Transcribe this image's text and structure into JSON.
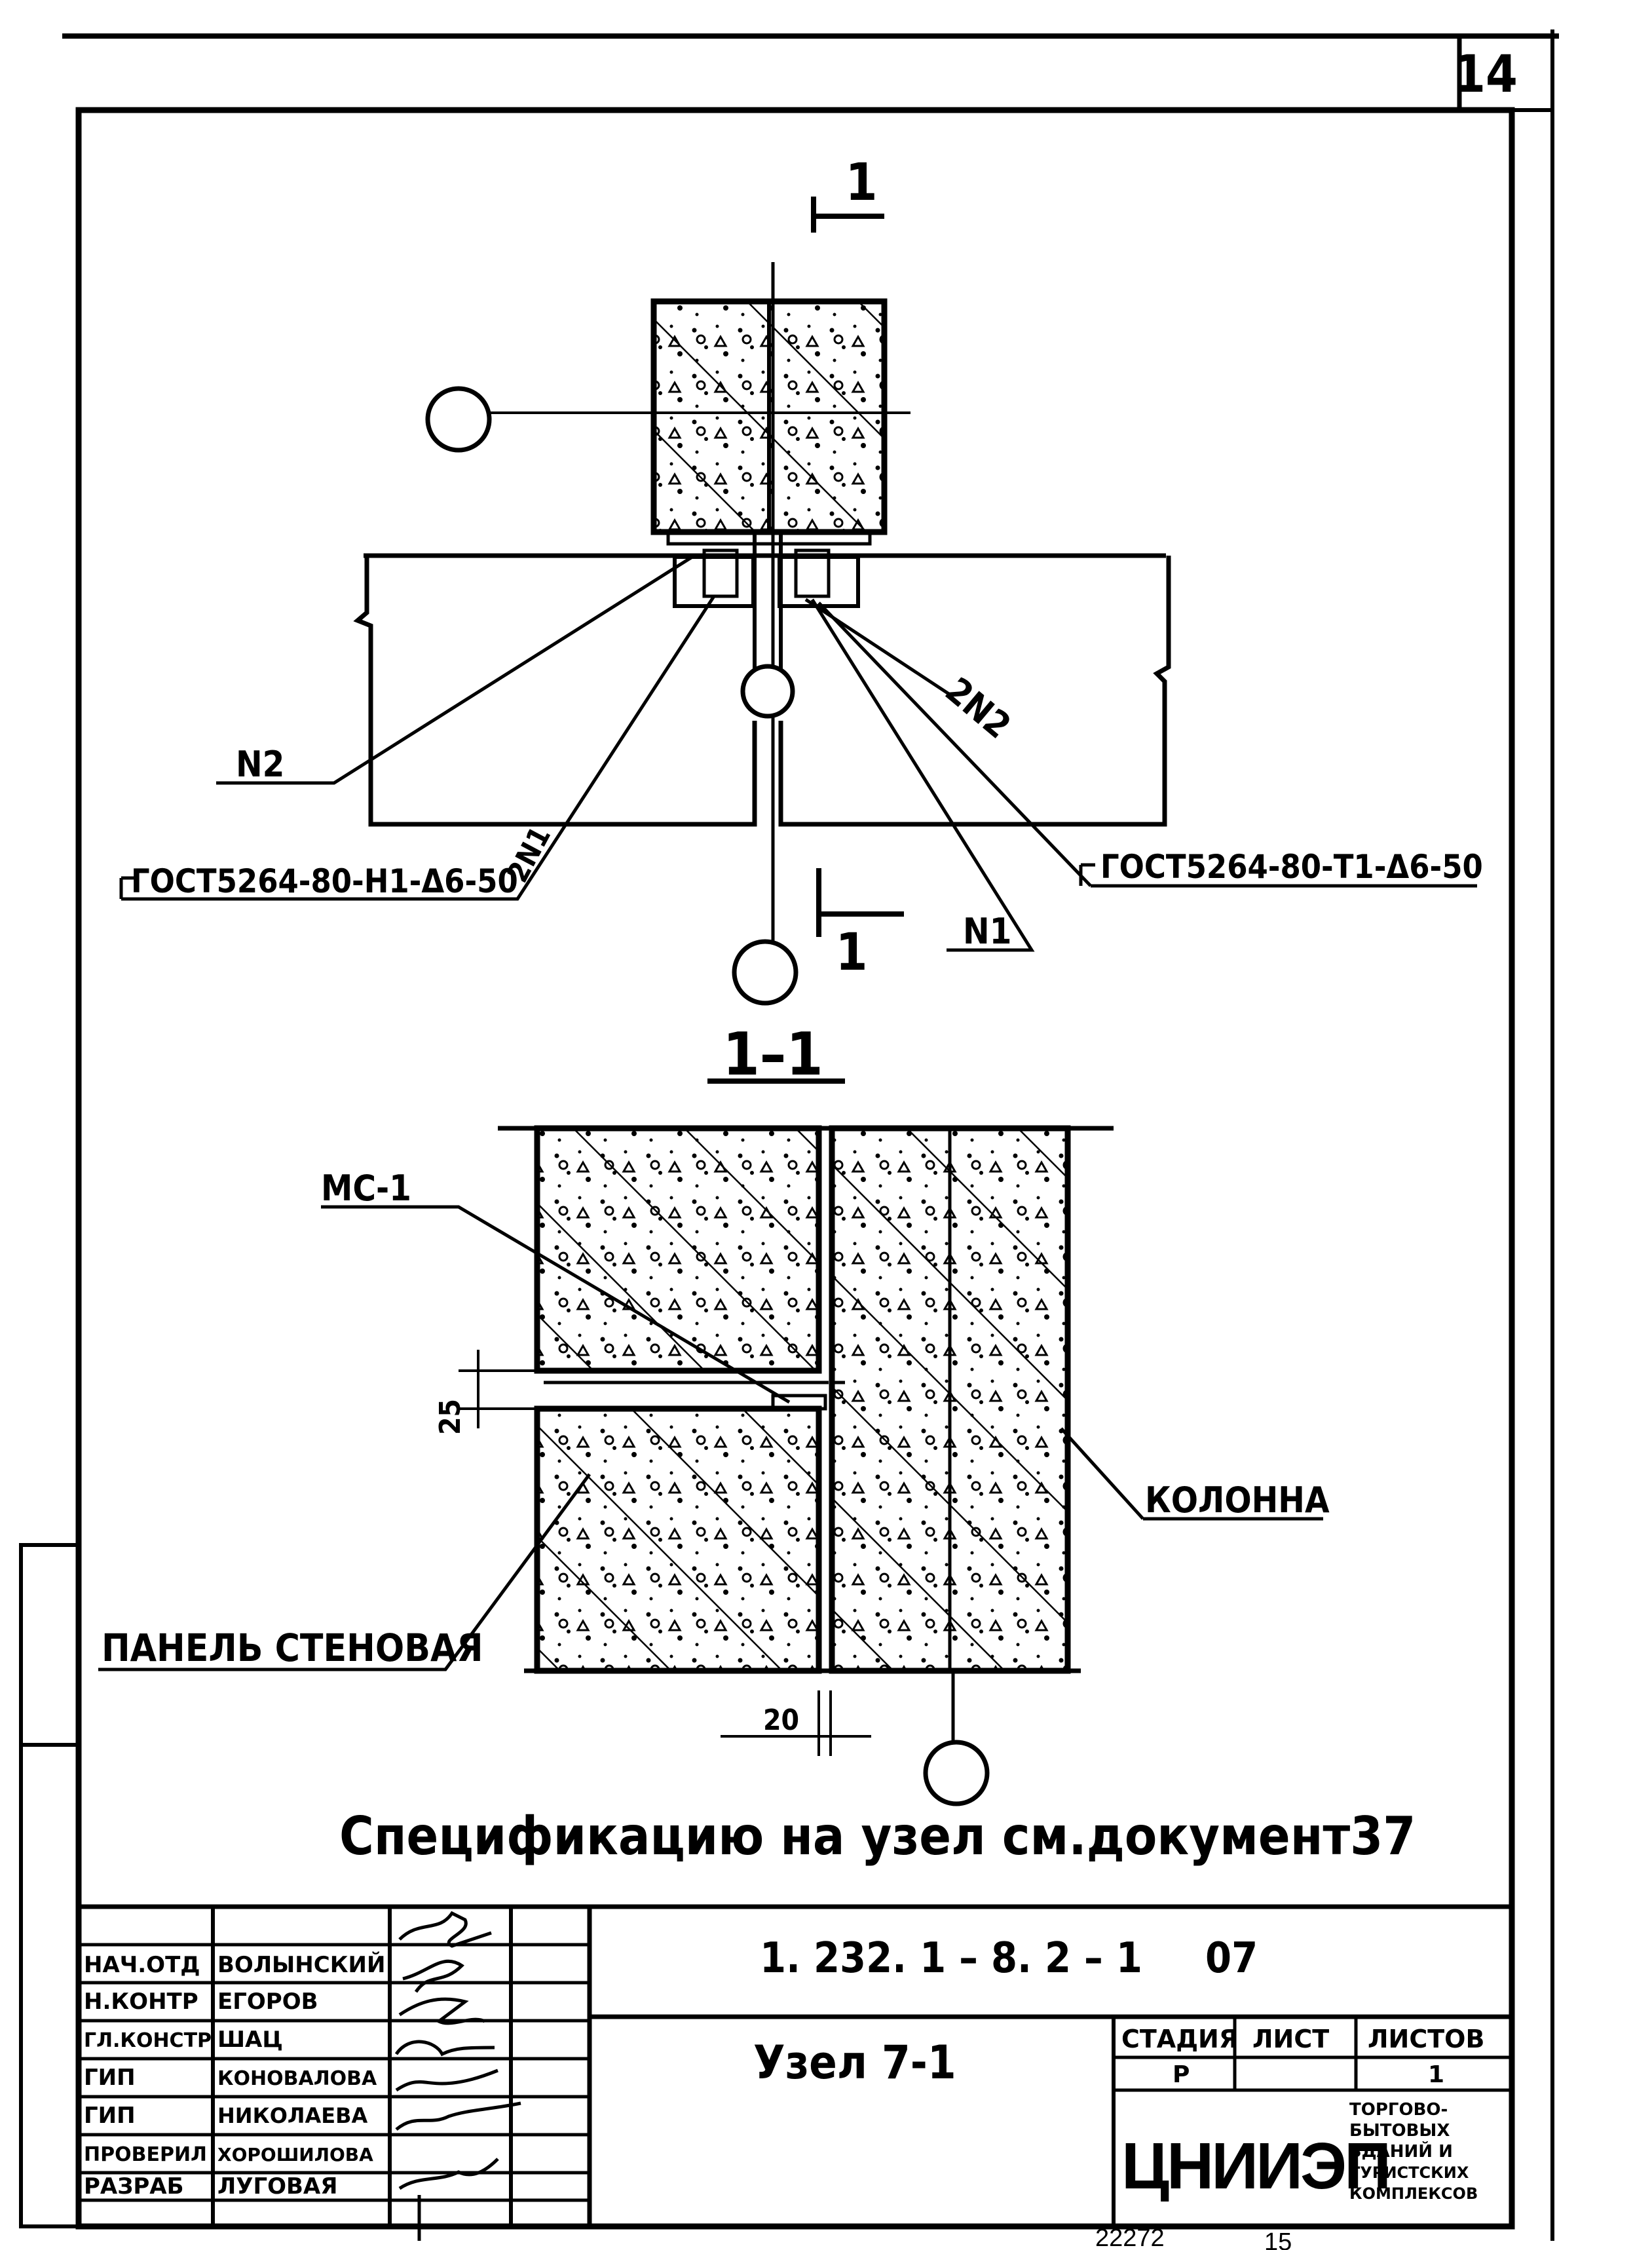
{
  "sheet": {
    "page_number": "14",
    "bottom_number": "22272",
    "bottom_page": "15"
  },
  "plan": {
    "section_mark_top": "1",
    "section_mark_bottom": "1",
    "callout_n2": "N2",
    "callout_2n2": "2N2",
    "callout_2n1": "2N1",
    "callout_n1": "N1",
    "weld_left": "ГОСТ5264-80-Н1-Δ6-50",
    "weld_right": "ГОСТ5264-80-Т1-Δ6-50"
  },
  "section": {
    "title": "1–1",
    "callout_mc": "МС-1",
    "callout_column": "КОЛОННА",
    "callout_panel": "ПАНЕЛЬ СТЕНОВАЯ",
    "dim_gap": "25",
    "dim_bottom": "20"
  },
  "note": "Спецификацию на узел см.документ37",
  "title_block": {
    "code": "1. 232. 1 – 8. 2 – 1",
    "doc_no": "07",
    "name": "Узел 7-1",
    "roles": [
      {
        "role": "НАЧ.ОТД",
        "name": "ВОЛЫНСКИЙ"
      },
      {
        "role": "Н.КОНТР",
        "name": "ЕГОРОВ"
      },
      {
        "role": "ГЛ.КОНСТР",
        "name": "ШАЦ"
      },
      {
        "role": "ГИП",
        "name": "КОНОВАЛОВА"
      },
      {
        "role": "ГИП",
        "name": "НИКОЛАЕВА"
      },
      {
        "role": "ПРОВЕРИЛ",
        "name": "ХОРОШИЛОВА"
      },
      {
        "role": "РАЗРАБ",
        "name": "ЛУГОВАЯ"
      }
    ],
    "stage_header": "СТАДИЯ",
    "sheet_header": "ЛИСТ",
    "sheets_header": "ЛИСТОВ",
    "stage_value": "Р",
    "sheet_value": "",
    "sheets_value": "1",
    "org": "ЦНИИЭП",
    "org_sub": [
      "ТОРГОВО-",
      "БЫТОВЫХ",
      "ЗДАНИЙ И",
      "ТУРИСТСКИХ",
      "КОМПЛЕКСОВ"
    ]
  }
}
